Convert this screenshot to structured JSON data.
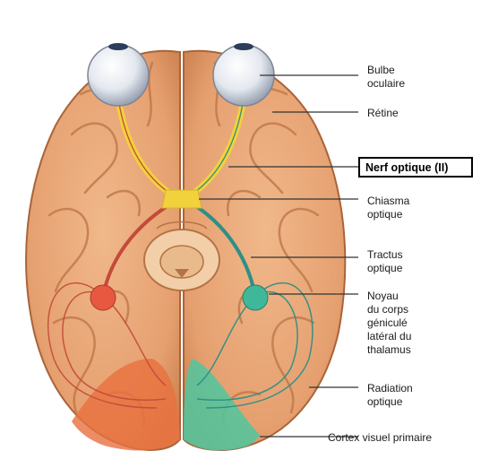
{
  "labels": {
    "bulbe_oculaire": [
      "Bulbe",
      "oculaire"
    ],
    "retine": [
      "Rétine"
    ],
    "nerf_optique": [
      "Nerf optique (II)"
    ],
    "chiasma_optique": [
      "Chiasma",
      "optique"
    ],
    "tractus_optique": [
      "Tractus",
      "optique"
    ],
    "noyau_corps_genicule": [
      "Noyau",
      "du corps",
      "géniculé",
      "latéral du",
      "thalamus"
    ],
    "radiation_optique": [
      "Radiation",
      "optique"
    ],
    "cortex_visuel_primaire": [
      "Cortex visuel primaire"
    ]
  },
  "highlighted_label": "nerf_optique",
  "colors": {
    "brain": "#e9a878",
    "brain_shadow": "#c97d4f",
    "brain_outline": "#a9643a",
    "optic_nerve": "#f2d23c",
    "left_pathway": "#c44a3a",
    "right_pathway": "#2f8f86",
    "left_nucleus": "#e8573f",
    "right_nucleus": "#3fb89a",
    "left_cortex": "#e8703f",
    "right_cortex": "#4fc7a0",
    "leader_line": "#333333"
  }
}
